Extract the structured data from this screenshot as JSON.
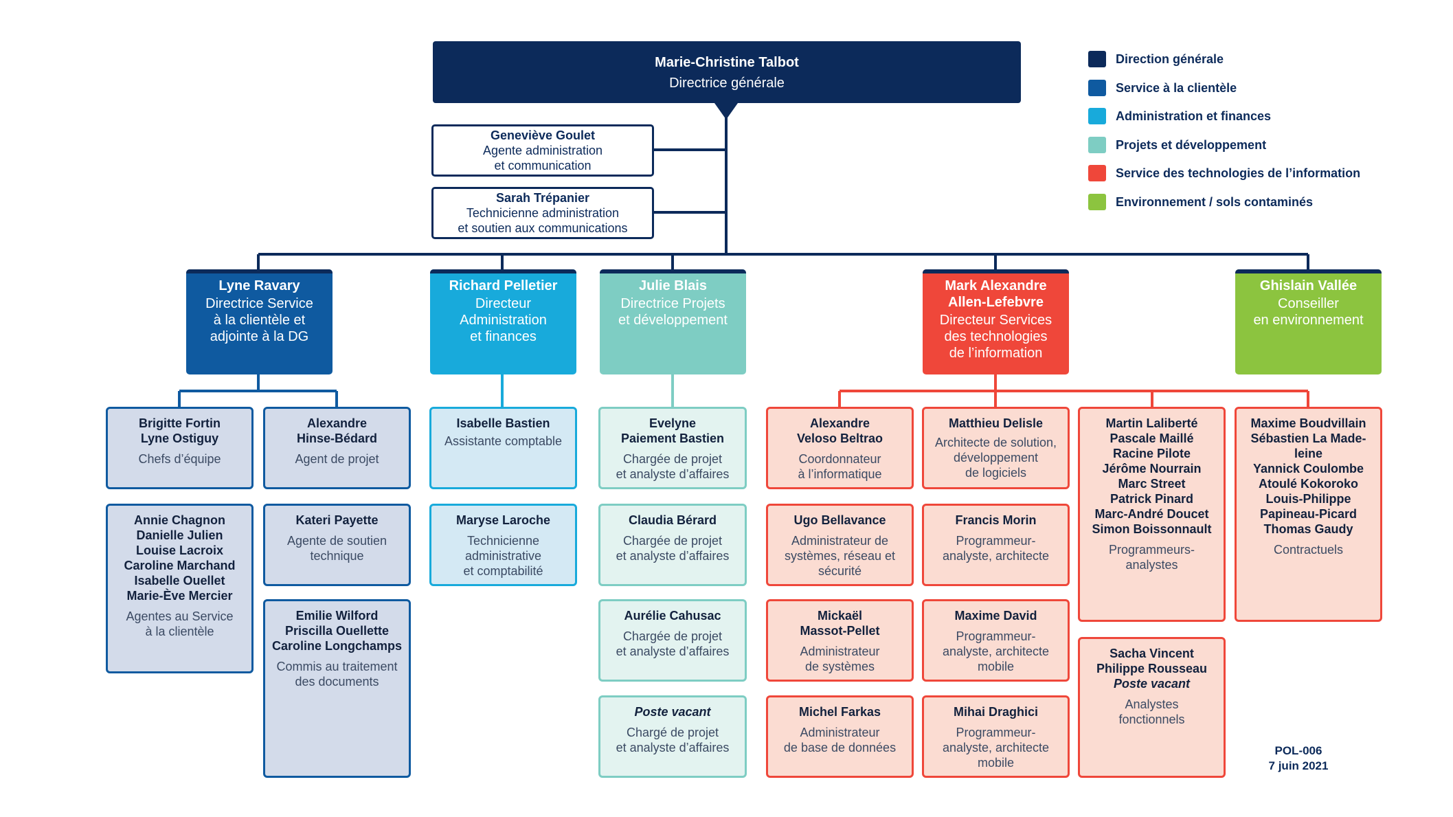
{
  "colors": {
    "direction": "#0c2a5a",
    "service": "#0f5aa0",
    "admin": "#18aadb",
    "projets": "#7ecdc3",
    "ti": "#ef473a",
    "env": "#8cc43f",
    "service_card_bg": "#d3dbea",
    "admin_card_bg": "#d4e9f4",
    "projets_card_bg": "#e3f3f0",
    "ti_card_bg": "#fbdcd2"
  },
  "director": {
    "name": "Marie-Christine Talbot",
    "title": "Directrice générale"
  },
  "assistants": [
    {
      "name": "Geneviève Goulet",
      "title_lines": [
        "Agente administration",
        "et communication"
      ]
    },
    {
      "name": "Sarah Trépanier",
      "title_lines": [
        "Technicienne administration",
        "et soutien aux communications"
      ]
    }
  ],
  "legend": [
    {
      "label": "Direction générale",
      "color": "#0c2a5a"
    },
    {
      "label": "Service à la clientèle",
      "color": "#0f5aa0"
    },
    {
      "label": "Administration et finances",
      "color": "#18aadb"
    },
    {
      "label": "Projets et développement",
      "color": "#7ecdc3"
    },
    {
      "label": "Service des technologies de l’information",
      "color": "#ef473a"
    },
    {
      "label": "Environnement / sols contaminés",
      "color": "#8cc43f"
    }
  ],
  "leads": [
    {
      "id": "service",
      "name_lines": [
        "Lyne Ravary"
      ],
      "title_lines": [
        "Directrice Service",
        "à la clientèle et",
        "adjointe à la DG"
      ]
    },
    {
      "id": "admin",
      "name_lines": [
        "Richard Pelletier"
      ],
      "title_lines": [
        "Directeur",
        "Administration",
        "et finances"
      ]
    },
    {
      "id": "projets",
      "name_lines": [
        "Julie Blais"
      ],
      "title_lines": [
        "Directrice Projets",
        "et développement"
      ]
    },
    {
      "id": "ti",
      "name_lines": [
        "Mark Alexandre",
        "Allen-Lefebvre"
      ],
      "title_lines": [
        "Directeur Services",
        "des technologies",
        "de l’information"
      ]
    },
    {
      "id": "env",
      "name_lines": [
        "Ghislain Vallée"
      ],
      "title_lines": [
        "Conseiller",
        "en environnement"
      ]
    }
  ],
  "cards": {
    "service": [
      {
        "names": [
          "Brigitte Fortin",
          "Lyne Ostiguy"
        ],
        "title_lines": [
          "Chefs d’équipe"
        ]
      },
      {
        "names": [
          "Alexandre",
          "Hinse-Bédard"
        ],
        "title_lines": [
          "Agent de projet"
        ]
      },
      {
        "names": [
          "Annie Chagnon",
          "Danielle Julien",
          "Louise Lacroix",
          "Caroline Marchand",
          "Isabelle Ouellet",
          "Marie-Ève Mercier"
        ],
        "title_lines": [
          "Agentes au Service",
          "à la clientèle"
        ]
      },
      {
        "names": [
          "Kateri Payette"
        ],
        "title_lines": [
          "Agente de soutien",
          "technique"
        ]
      },
      {
        "names": [
          "Emilie Wilford",
          "Priscilla Ouellette",
          "Caroline Longchamps"
        ],
        "title_lines": [
          "Commis au traitement",
          "des documents"
        ]
      }
    ],
    "admin": [
      {
        "names": [
          "Isabelle Bastien"
        ],
        "title_lines": [
          "Assistante comptable"
        ]
      },
      {
        "names": [
          "Maryse Laroche"
        ],
        "title_lines": [
          "Technicienne",
          "administrative",
          "et comptabilité"
        ]
      }
    ],
    "projets": [
      {
        "names": [
          "Evelyne",
          "Paiement Bastien"
        ],
        "title_lines": [
          "Chargée de projet",
          "et analyste d’affaires"
        ]
      },
      {
        "names": [
          "Claudia Bérard"
        ],
        "title_lines": [
          "Chargée de projet",
          "et analyste d’affaires"
        ]
      },
      {
        "names": [
          "Aurélie Cahusac"
        ],
        "title_lines": [
          "Chargée de projet",
          "et analyste d’affaires"
        ]
      },
      {
        "names": [
          "Poste vacant"
        ],
        "italic": true,
        "title_lines": [
          "Chargé de projet",
          "et analyste d’affaires"
        ]
      }
    ],
    "ti": [
      {
        "names": [
          "Alexandre",
          "Veloso Beltrao"
        ],
        "title_lines": [
          "Coordonnateur",
          "à l’informatique"
        ]
      },
      {
        "names": [
          "Matthieu Delisle"
        ],
        "title_lines": [
          "Architecte de solution,",
          "développement",
          "de logiciels"
        ]
      },
      {
        "names": [
          "Martin Laliberté",
          "Pascale Maillé",
          "Racine Pilote",
          "Jérôme Nourrain",
          "Marc Street",
          "Patrick Pinard",
          "Marc-André Doucet",
          "Simon Boissonnault"
        ],
        "title_lines": [
          "Programmeurs-",
          "analystes"
        ]
      },
      {
        "names": [
          "Maxime Boudvillain",
          "Sébastien La Made-",
          "leine",
          "Yannick Coulombe",
          "Atoulé Kokoroko",
          "Louis-Philippe",
          "Papineau-Picard",
          "Thomas Gaudy"
        ],
        "title_lines": [
          "Contractuels"
        ]
      },
      {
        "names": [
          "Ugo Bellavance"
        ],
        "title_lines": [
          "Administrateur de",
          "systèmes, réseau et",
          "sécurité"
        ]
      },
      {
        "names": [
          "Francis Morin"
        ],
        "title_lines": [
          "Programmeur-",
          "analyste, architecte"
        ]
      },
      {
        "names": [
          "Mickaël",
          "Massot-Pellet"
        ],
        "title_lines": [
          "Administrateur",
          "de systèmes"
        ]
      },
      {
        "names": [
          "Maxime David"
        ],
        "title_lines": [
          "Programmeur-",
          "analyste, architecte",
          "mobile"
        ]
      },
      {
        "names": [
          "Sacha Vincent",
          "Philippe Rousseau",
          "Poste vacant"
        ],
        "italic_last": true,
        "title_lines": [
          "Analystes",
          "fonctionnels"
        ]
      },
      {
        "names": [
          "Michel Farkas"
        ],
        "title_lines": [
          "Administrateur",
          "de base de données"
        ]
      },
      {
        "names": [
          "Mihai Draghici"
        ],
        "title_lines": [
          "Programmeur-",
          "analyste, architecte",
          "mobile"
        ]
      }
    ]
  },
  "footer": {
    "code": "POL-006",
    "date": "7 juin 2021"
  }
}
